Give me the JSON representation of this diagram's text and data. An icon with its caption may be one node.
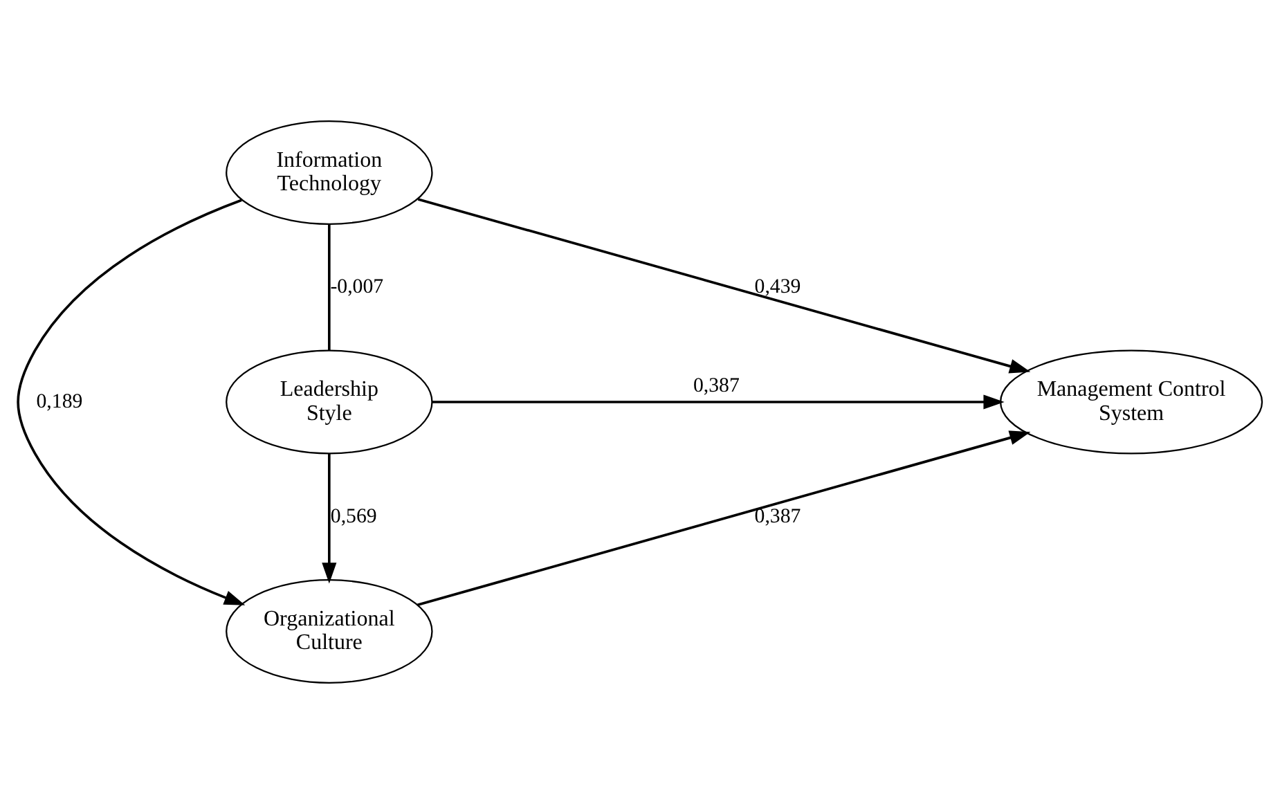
{
  "diagram": {
    "nodes": [
      {
        "text": [
          "Information Technology"
        ]
      },
      {
        "text": [
          "Leadership Style"
        ]
      },
      {
        "text": [
          "Management Control System"
        ]
      },
      {
        "text": [
          "Organizational Culture"
        ]
      }
    ],
    "edges": [
      {
        "from": 1,
        "to": 0,
        "arrow": "none",
        "label": "-0,007"
      },
      {
        "from": 0,
        "to": 2,
        "arrow": "to",
        "label": "0,439"
      },
      {
        "from": 1,
        "to": 2,
        "arrow": "to",
        "label": "0,387"
      },
      {
        "from": 0,
        "to": 3,
        "arrow": "to",
        "label": "0,189"
      },
      {
        "from": 1,
        "to": 3,
        "arrow": "to",
        "label": "0,569"
      },
      {
        "from": 3,
        "to": 2,
        "arrow": "to",
        "label": "0,387"
      }
    ]
  }
}
